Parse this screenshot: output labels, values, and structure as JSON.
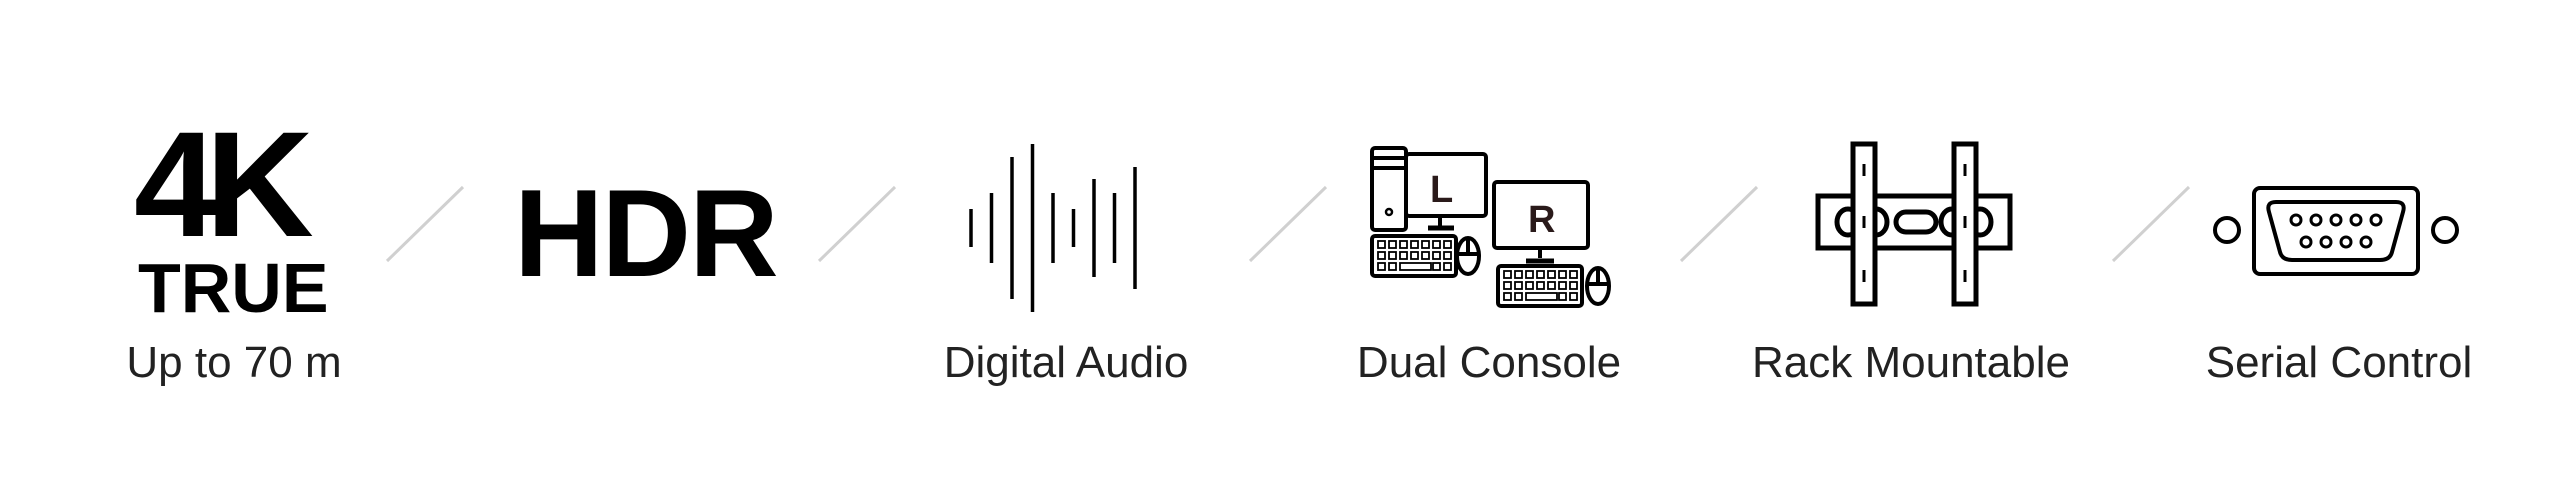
{
  "features": [
    {
      "logo_top": "4K",
      "logo_bottom": "TRUE",
      "label": "Up to 70 m",
      "icon": "4k-true-logo"
    },
    {
      "logo": "HDR",
      "icon": "hdr-logo"
    },
    {
      "label": "Digital Audio",
      "icon": "sound-wave-icon"
    },
    {
      "label": "Dual Console",
      "icon": "dual-console-icon",
      "screen_left": "L",
      "screen_right": "R"
    },
    {
      "label": "Rack Mountable",
      "icon": "rack-mount-bracket-icon"
    },
    {
      "label": "Serial Control",
      "icon": "db9-serial-port-icon"
    }
  ],
  "colors": {
    "icon": "#000000",
    "divider": "#d0d0d0",
    "text": "#222222"
  }
}
